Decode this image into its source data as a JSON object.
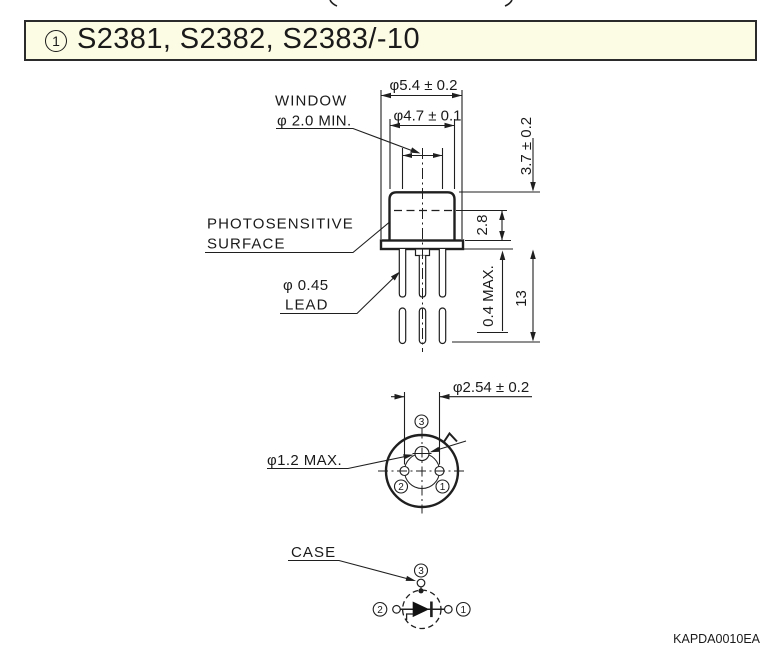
{
  "header": {
    "badge_number": "1",
    "title": "S2381, S2382, S2383/-10"
  },
  "side_view": {
    "dim_flange_diameter": "φ5.4 ± 0.2",
    "dim_cap_diameter": "φ4.7 ± 0.1",
    "label_window_line1": "WINDOW",
    "label_window_line2": "φ 2.0 MIN.",
    "label_photosensitive_line1": "PHOTOSENSITIVE",
    "label_photosensitive_line2": "SURFACE",
    "label_lead_line1": "φ 0.45",
    "label_lead_line2": "LEAD",
    "dim_cap_height": "3.7 ± 0.2",
    "dim_surface_to_flange": "2.8",
    "dim_flange_thickness": "0.4 MAX.",
    "dim_lead_length": "13"
  },
  "bottom_view": {
    "dim_lead_circle": "φ2.54 ± 0.2",
    "dim_center_pin": "φ1.2 MAX.",
    "pin_labels": {
      "pin1": "1",
      "pin2": "2",
      "pin3": "3"
    }
  },
  "circuit": {
    "label_case": "CASE",
    "pin_labels": {
      "pin1": "1",
      "pin2": "2",
      "pin3": "3"
    }
  },
  "footer": {
    "document_code": "KAPDA0010EA"
  }
}
